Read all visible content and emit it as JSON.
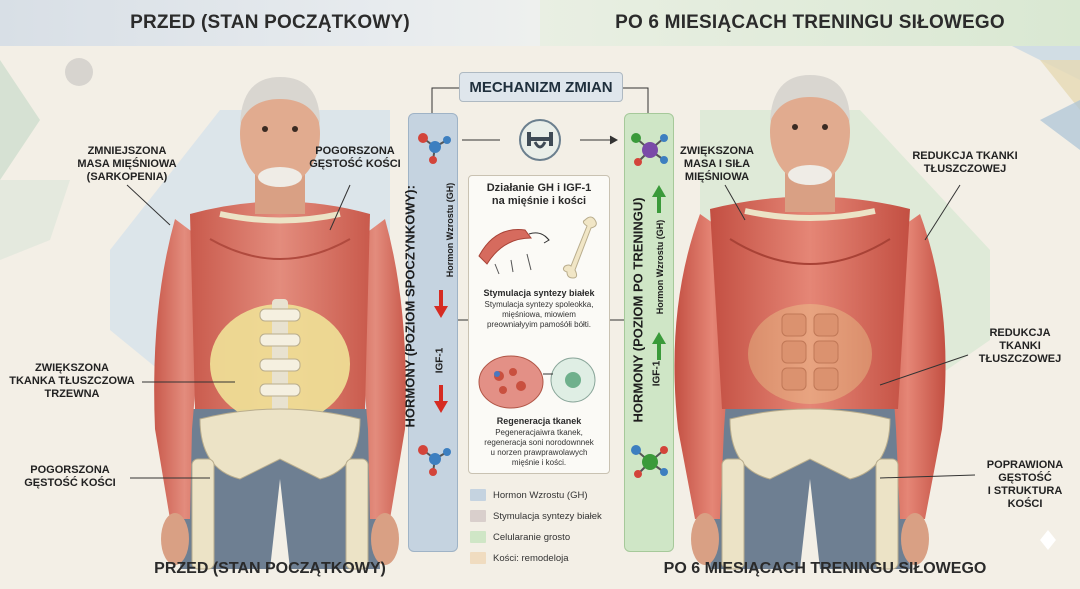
{
  "header": {
    "left_title": "PRZED (STAN POCZĄTKOWY)",
    "right_title": "PO 6 MIESIĄCACH TRENINGU SIŁOWEGO"
  },
  "footer": {
    "left_title": "PRZED (STAN POCZĄTKOWY)",
    "right_title": "PO 6 MIESIĄCACH TRENINGU SIŁOWEGO"
  },
  "left_labels": {
    "muscle": "ZMNIEJSZONA\nMASA MIĘŚNIOWA\n(SARKOPENIA)",
    "bone_top": "POGORSZONA\nGĘSTOŚĆ KOŚCI",
    "fat": "ZWIĘKSZONA\nTKANKA TŁUSZCZOWA\nTRZEWNA",
    "bone_bottom": "POGORSZONA\nGĘSTOŚĆ KOŚCI"
  },
  "right_labels": {
    "muscle": "ZWIĘKSZONA\nMASA I SIŁA\nMIĘŚNIOWA",
    "fat_top": "REDUKCJA TKANKI\nTŁUSZCZOWEJ",
    "fat_side": "REDUKCJA\nTKANKI\nTŁUSZCZOWEJ",
    "bone": "POPRAWIONA\nGĘSTOŚĆ\nI STRUKTURA\nKOŚCI"
  },
  "mechanism": {
    "title": "MECHANIZM ZMIAN"
  },
  "left_column": {
    "main": "HORMONY (POZIOM SPOCZYNKOWY):",
    "gh": "Hormon Wzrostu (GH)",
    "igf": "IGF-1"
  },
  "right_column": {
    "main": "HORMONY (POZIOM PO TRENINGU)",
    "gh": "Hormon Wzrostu (GH)",
    "igf": "IGF-1"
  },
  "center_card": {
    "title": "Działanie GH i IGF-1\nna mięśnie i kości",
    "section1_title": "Stymulacja syntezy białek",
    "section1_text": "Stymulacja syntezy spoleokka,\nmięśniowa, miowiem\npreowniałyyim pamośółi bółti.",
    "section2_title": "Regeneracja tkanek",
    "section2_text": "Pegeneracjaiwra tkanek,\nregeneracja soni norodownnek\nu norzen prawprawolawych\nmięśnie i kości."
  },
  "legend": [
    {
      "label": "Hormon Wzrostu (GH)",
      "color": "#c5d3e0"
    },
    {
      "label": "Stymulacja syntezy białek",
      "color": "#d9cfcc"
    },
    {
      "label": "Celularanie grosto",
      "color": "#cfe6c6"
    },
    {
      "label": "Kości: remodeloja",
      "color": "#f0dcc0"
    }
  ],
  "colors": {
    "gh_blue": "#c5d3e0",
    "green": "#cfe6c6",
    "arrow_down": "#d62b22",
    "arrow_up": "#3a9a3a",
    "muscle": "#d66b5e",
    "bone": "#ece3c6",
    "fat": "#eedc95"
  },
  "icons": [
    "molecule-icon",
    "dumbbell-arm-icon",
    "arrow-down-icon",
    "arrow-up-icon",
    "muscle-fiber-icon",
    "bone-icon",
    "cell-icon"
  ]
}
